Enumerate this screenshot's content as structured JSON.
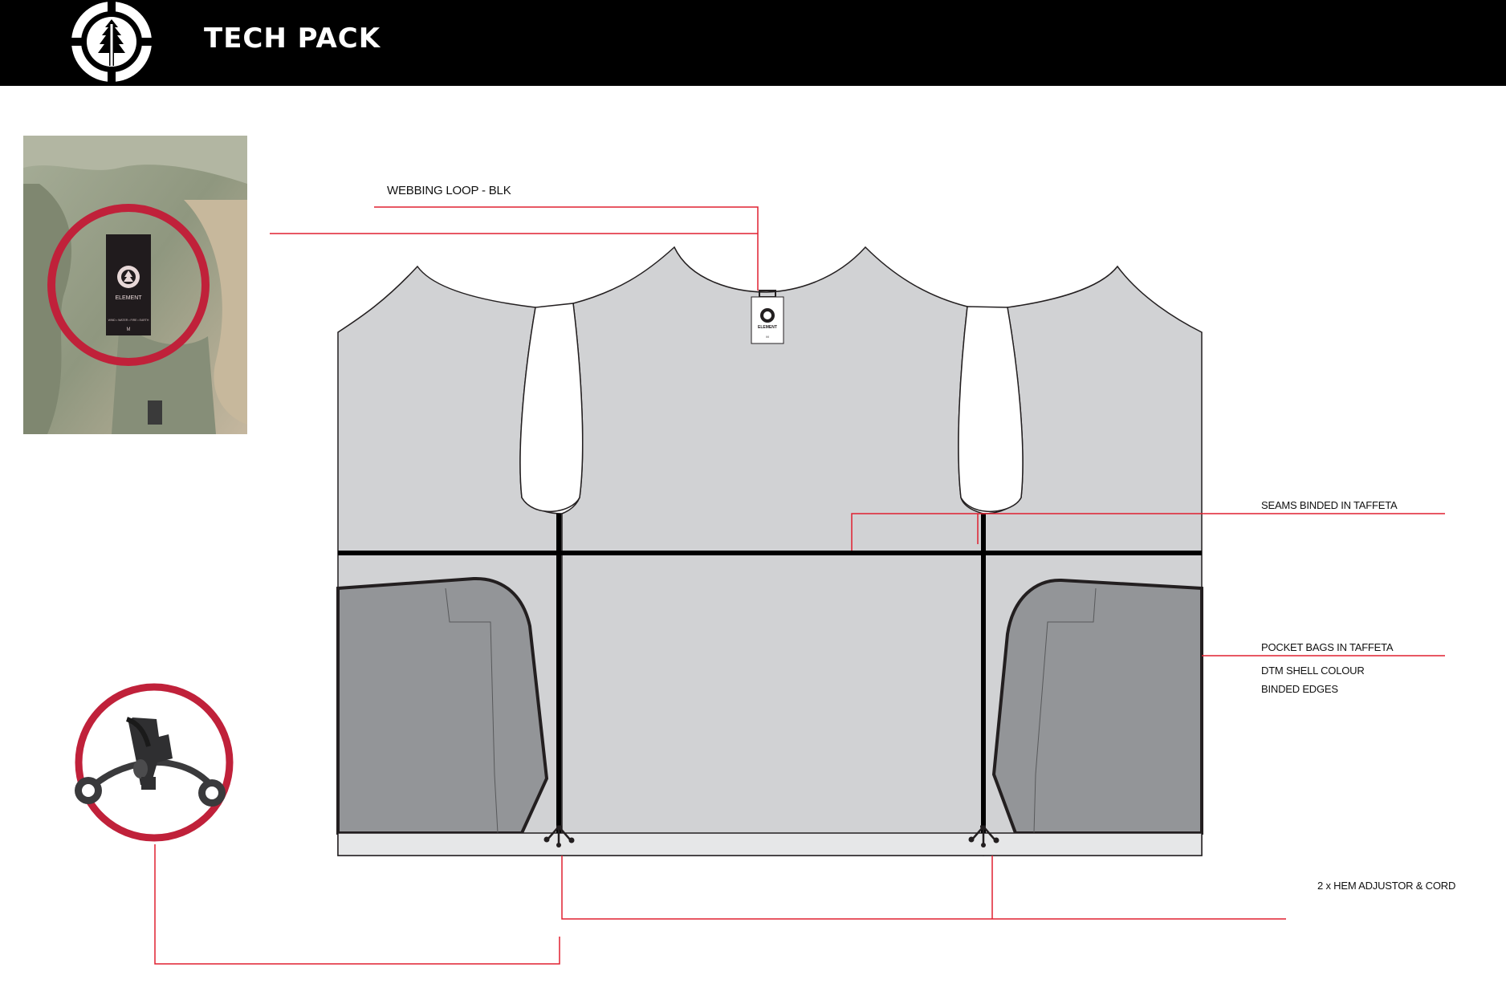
{
  "header": {
    "title": "TECH PACK",
    "background": "#000000",
    "logo_icon": "element-tree-logo-icon"
  },
  "photo": {
    "label_brand": "ELEMENT",
    "label_tagline": "WIND • WATER • FIRE • EARTH",
    "label_size": "M",
    "highlight_color": "#c0213a"
  },
  "garment": {
    "neck_label_brand": "ELEMENT",
    "neck_label_size": "M",
    "shell_color": "#d1d2d4",
    "pocket_color": "#939598",
    "hem_color": "#e6e7e8"
  },
  "callouts": {
    "webbing_loop": "WEBBING LOOP - BLK",
    "seams": "SEAMS BINDED IN TAFFETA",
    "pocket_bags": "POCKET BAGS IN TAFFETA",
    "dtm_shell": "DTM SHELL COLOUR",
    "binded_edges": "BINDED EDGES",
    "hem_adjustor": "2 x HEM ADJUSTOR & CORD"
  },
  "colors": {
    "leader_line": "#e02030",
    "detail_circle": "#c0213a"
  },
  "detail": {
    "icon": "hem-adjustor-toggle-icon"
  }
}
